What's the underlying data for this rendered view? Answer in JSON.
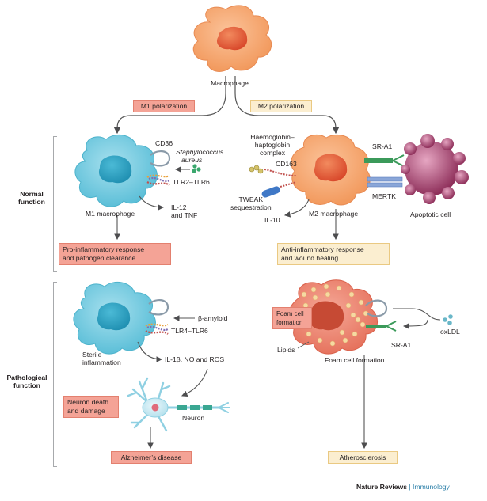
{
  "diagram": {
    "macrophage_label": "Macrophage",
    "m1_polarization": "M1 polarization",
    "m2_polarization": "M2 polarization",
    "normal_function": "Normal\nfunction",
    "pathological_function": "Pathological\nfunction",
    "normal": {
      "cd36": "CD36",
      "staph_line1": "Staphylococcus",
      "staph_line2": "aureus",
      "tlr2_tlr6": "TLR2–TLR6",
      "m1_macrophage": "M1 macrophage",
      "il12_tnf": "IL-12\nand TNF",
      "pro_inflammatory": "Pro-inflammatory response\nand pathogen clearance",
      "haemoglobin_complex": "Haemoglobin–\nhaptoglobin\ncomplex",
      "cd163": "CD163",
      "tweak": "TWEAK\nsequestration",
      "il10": "IL-10",
      "m2_macrophage": "M2 macrophage",
      "sr_a1": "SR-A1",
      "mertk": "MERTK",
      "apoptotic_cell": "Apoptotic cell",
      "anti_inflammatory": "Anti-inflammatory response\nand wound healing"
    },
    "pathological": {
      "beta_amyloid": "β-amyloid",
      "tlr4_tlr6": "TLR4–TLR6",
      "sterile_inflammation": "Sterile\ninflammation",
      "il1b_no_ros": "IL-1β, NO and ROS",
      "neuron_death": "Neuron death\nand damage",
      "neuron": "Neuron",
      "alzheimers": "Alzheimer’s disease",
      "foam_cell_formation_box": "Foam cell\nformation",
      "lipids": "Lipids",
      "foam_cell_formation": "Foam cell formation",
      "sr_a1": "SR-A1",
      "oxldl": "oxLDL",
      "atherosclerosis": "Atherosclerosis"
    },
    "credit": {
      "journal": "Nature Reviews",
      "separator": " | ",
      "section": "Immunology"
    }
  },
  "colors": {
    "macrophage_orange": "#f6a874",
    "nucleus_red": "#e0532f",
    "m1_blue": "#7fcfe2",
    "m1_nucleus": "#2aa3c3",
    "apoptotic_purple": "#9e3f6a",
    "foam_cell": "#ef8a77",
    "box_pink": "#f4a396",
    "box_cream": "#fbeed0",
    "arrow_grey": "#555555",
    "credit_blue": "#2b7fa8"
  }
}
